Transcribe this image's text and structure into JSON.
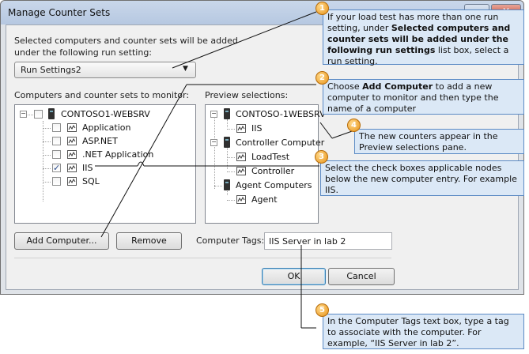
{
  "dialog": {
    "title": "Manage Counter Sets",
    "run_setting_label": "Selected computers and counter sets will be added under the following run setting:",
    "run_setting_value": "Run Settings2",
    "computers_label": "Computers and counter sets to monitor:",
    "preview_label": "Preview selections:",
    "computers_tree": {
      "computer": "CONTOSO1-WEBSRV",
      "items": [
        {
          "label": "Application",
          "checked": false
        },
        {
          "label": "ASP.NET",
          "checked": false
        },
        {
          "label": ".NET Application",
          "checked": false
        },
        {
          "label": "IIS",
          "checked": true
        },
        {
          "label": "SQL",
          "checked": false
        }
      ]
    },
    "preview_tree": {
      "computer": "CONTOSO-1WEBSRV",
      "computer_child": "IIS",
      "controller": "Controller Computer",
      "controller_children": [
        "LoadTest",
        "Controller"
      ],
      "agents": "Agent Computers",
      "agents_child": "Agent"
    },
    "add_computer_button": "Add Computer...",
    "remove_button": "Remove",
    "computer_tags_label": "Computer Tags:",
    "computer_tags_value": "IIS Server in lab 2",
    "ok_button": "OK",
    "cancel_button": "Cancel"
  },
  "callouts": [
    {
      "number": "1",
      "text_parts": [
        "If your load test has more than one run setting, under ",
        "Selected computers and counter sets will be added under the following run settings",
        " list box, select a run setting."
      ]
    },
    {
      "number": "2",
      "text_parts": [
        "Choose ",
        "Add Computer",
        " to add a new computer to monitor and then type the name of a computer"
      ]
    },
    {
      "number": "3",
      "text": "Select the check boxes applicable nodes below the new computer entry. For example IIS."
    },
    {
      "number": "4",
      "text": "The new counters appear in the Preview selections pane."
    },
    {
      "number": "5",
      "text": "In the Computer Tags text box, type a tag to associate with the computer. For example, “IIS Server in lab 2”."
    }
  ],
  "colors": {
    "callout_bg": "#dbe8f6",
    "callout_border": "#5b8ac4",
    "badge": "#e8941a",
    "titlebar": "#c9d7ea"
  }
}
